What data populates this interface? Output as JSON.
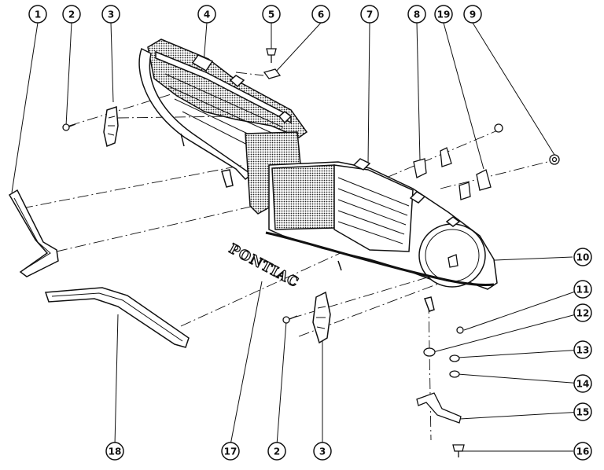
{
  "diagram": {
    "callouts": [
      "1",
      "2",
      "3",
      "4",
      "5",
      "6",
      "7",
      "8",
      "19",
      "9",
      "10",
      "11",
      "12",
      "13",
      "14",
      "15",
      "16",
      "17",
      "2",
      "3",
      "18"
    ],
    "emblem_text": "PONTIAC",
    "colors": {
      "ink": "#111111",
      "paper": "#ffffff",
      "mesh": "#cfcfcf"
    }
  }
}
